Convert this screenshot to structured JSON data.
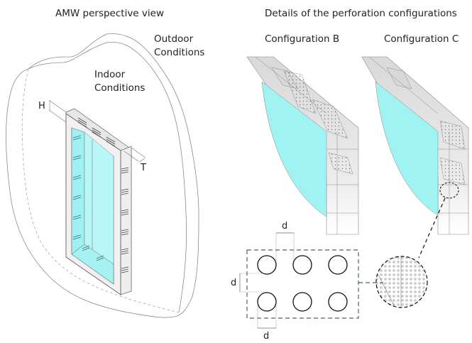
{
  "left_panel": {
    "title": "AMW perspective view",
    "outdoor_label": [
      "Outdoor",
      "Conditions"
    ],
    "indoor_label": [
      "Indoor",
      "Conditions"
    ],
    "dimension_labels": {
      "height": "H",
      "thickness": "T"
    }
  },
  "right_panel": {
    "title": "Details of the perforation configurations",
    "configurations": [
      {
        "label": "Configuration B"
      },
      {
        "label": "Configuration C"
      }
    ],
    "perforation_detail": {
      "spacing_label": "d",
      "rows": 2,
      "columns": 3
    }
  },
  "colors": {
    "glass": "#9ff3f3",
    "frame": "#f0eeee",
    "outline": "#777777",
    "detail_dash": "#4a6b4a",
    "callout_dash": "#111111"
  }
}
